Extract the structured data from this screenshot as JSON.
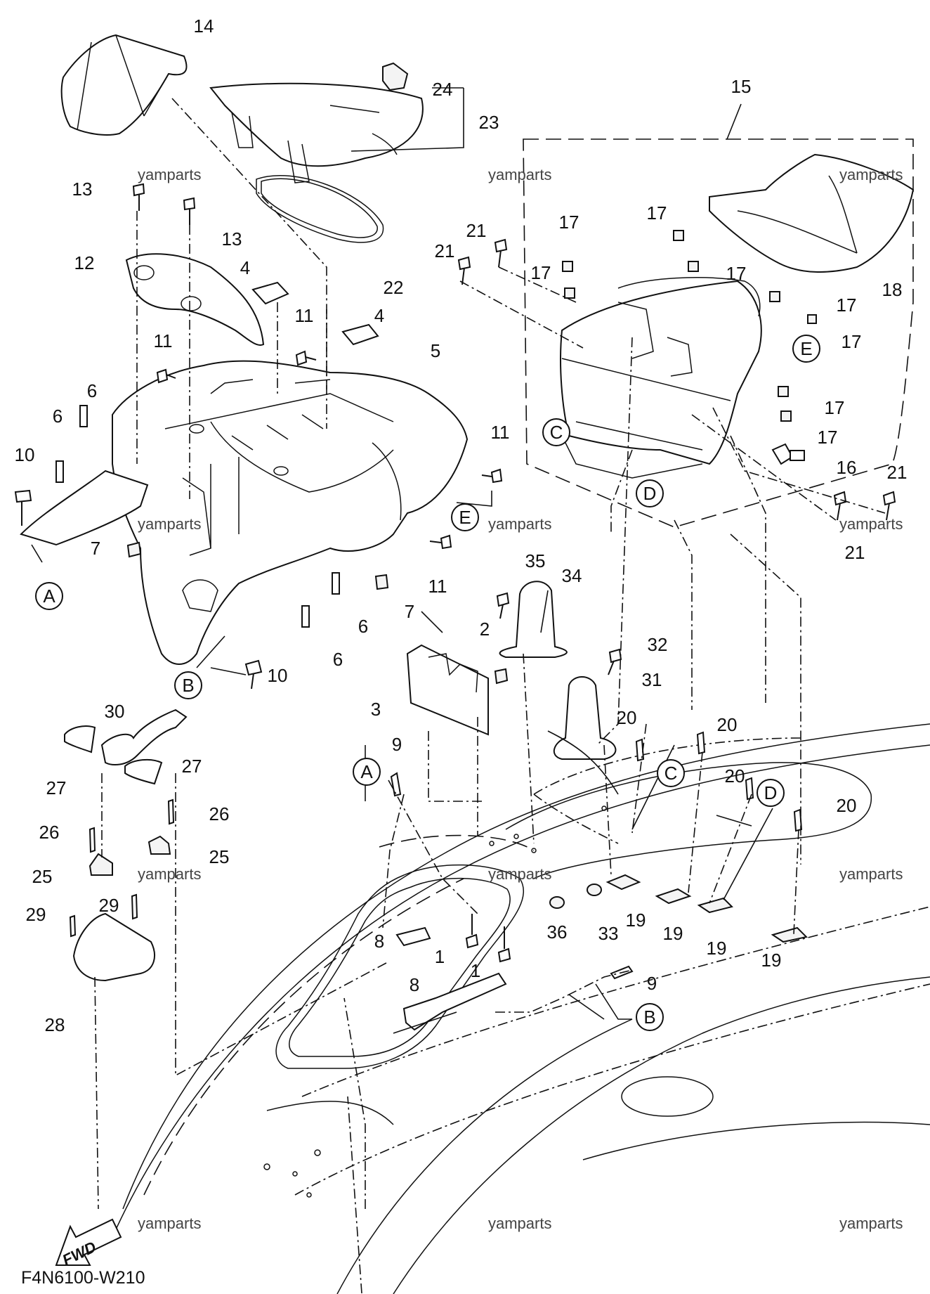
{
  "diagram_code": "F4N6100-W210",
  "fwd_label": "FWD",
  "watermark": "yamparts",
  "part_numbers": [
    "1",
    "2",
    "3",
    "4",
    "5",
    "6",
    "7",
    "8",
    "9",
    "10",
    "11",
    "12",
    "13",
    "14",
    "15",
    "16",
    "17",
    "18",
    "19",
    "20",
    "21",
    "22",
    "23",
    "24",
    "25",
    "26",
    "27",
    "28",
    "29",
    "30",
    "31",
    "32",
    "33",
    "34",
    "35",
    "36"
  ],
  "reference_letters": [
    "A",
    "B",
    "C",
    "D",
    "E"
  ]
}
